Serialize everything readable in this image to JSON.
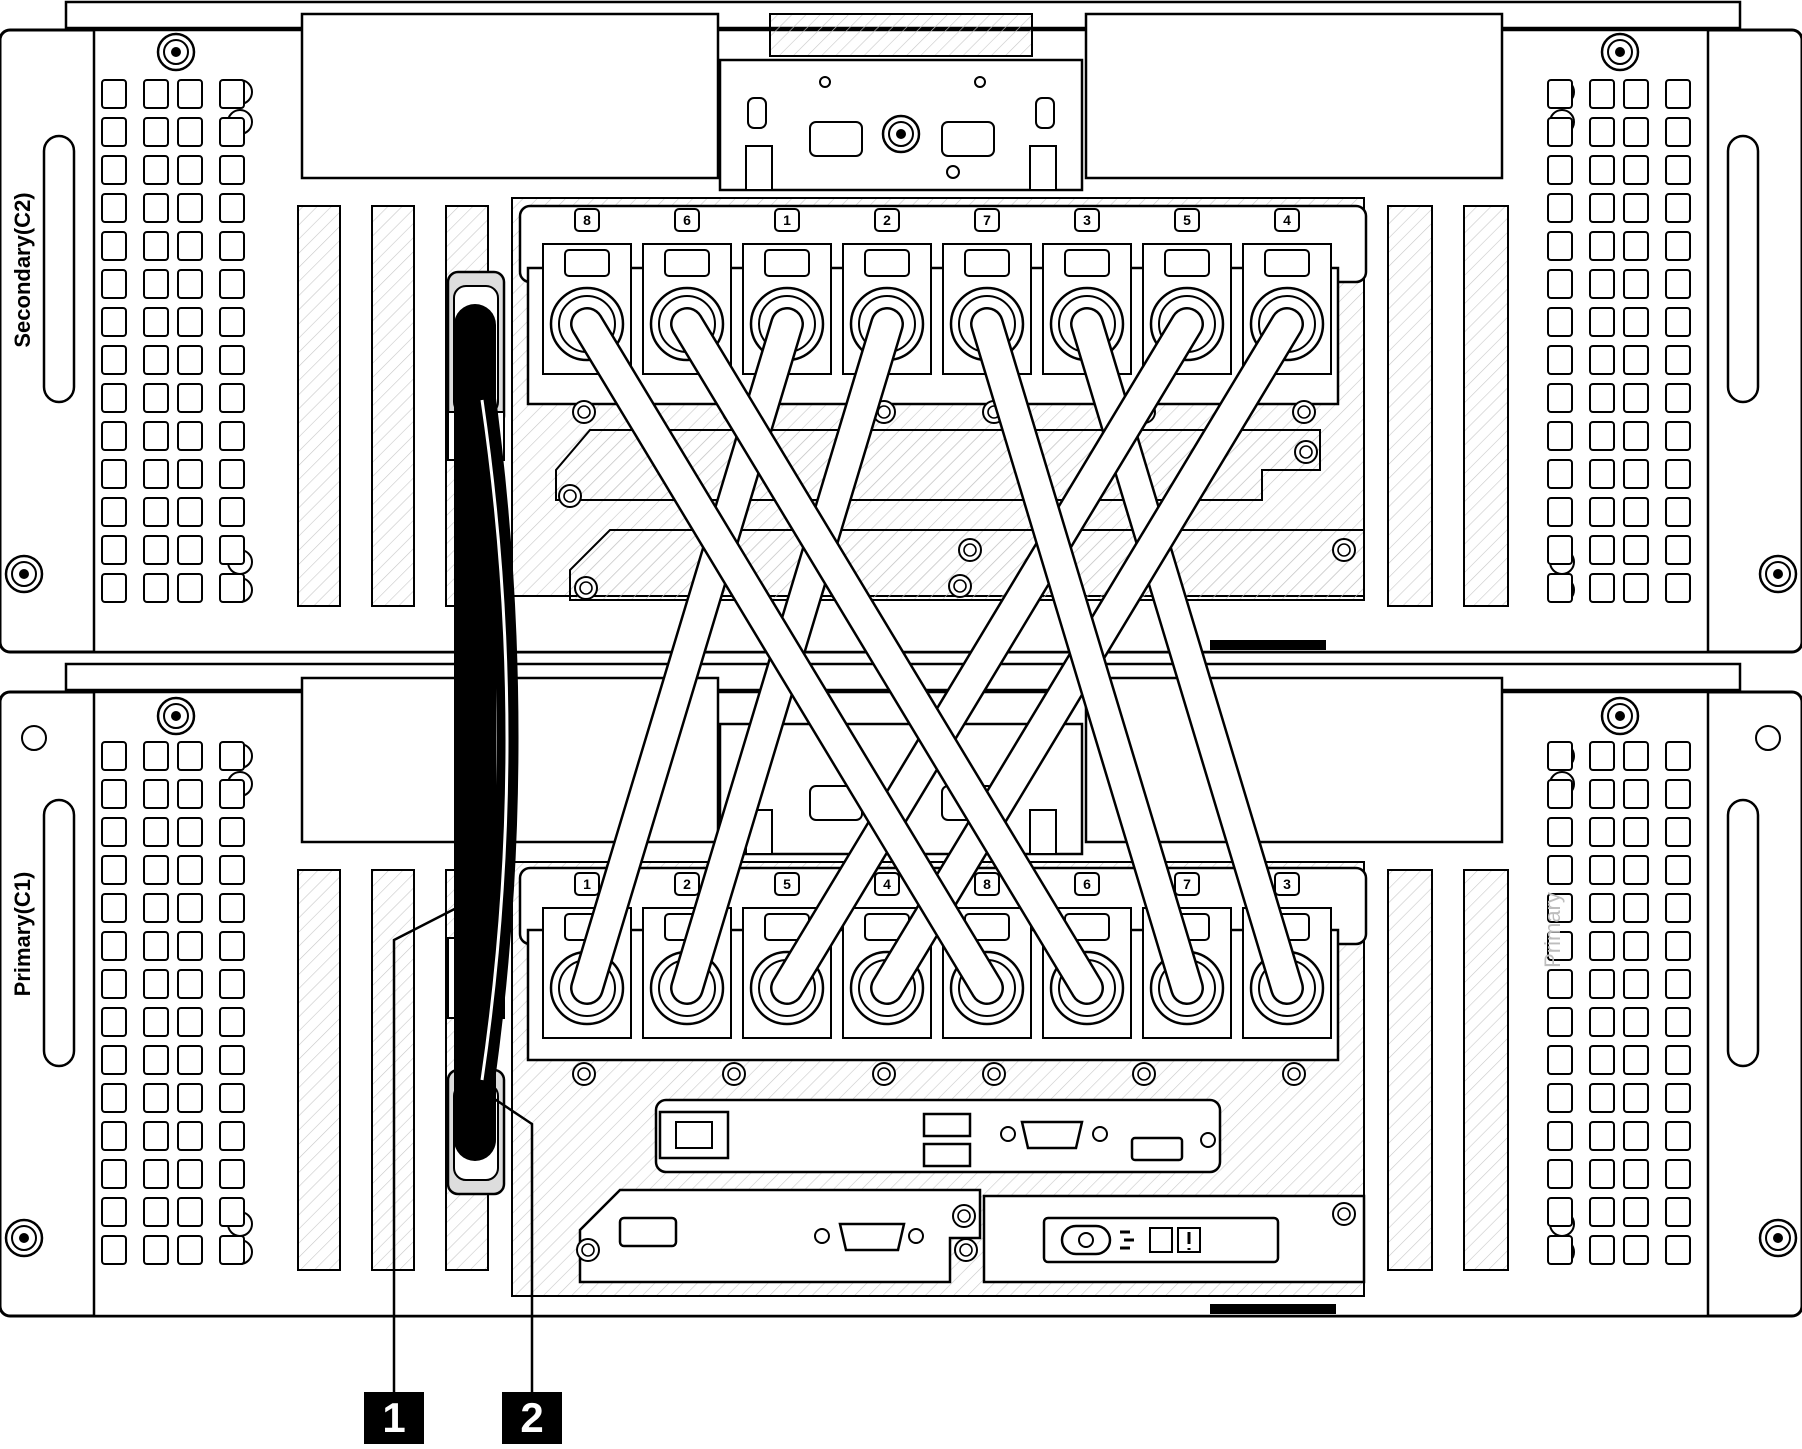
{
  "enclosures": {
    "secondary_label": "Secondary(C2)",
    "primary_label": "Primary(C1)",
    "watermark": "Primary"
  },
  "ports": {
    "upper": [
      "8",
      "6",
      "1",
      "2",
      "7",
      "3",
      "5",
      "4"
    ],
    "lower": [
      "1",
      "2",
      "5",
      "4",
      "8",
      "6",
      "7",
      "3"
    ]
  },
  "callouts": [
    {
      "number": "1",
      "target": "cable-1"
    },
    {
      "number": "2",
      "target": "cable-2"
    }
  ],
  "colors": {
    "line": "#000000",
    "background": "#ffffff",
    "hatch": "#c8c8c8",
    "watermark": "#bdbdbd",
    "callout_fill": "#000000",
    "callout_text": "#ffffff"
  },
  "icons": [
    "screw-icon",
    "ethernet-port-icon",
    "usb-port-icon",
    "vga-port-icon",
    "power-button-icon",
    "network-status-icon",
    "fault-led-icon"
  ]
}
